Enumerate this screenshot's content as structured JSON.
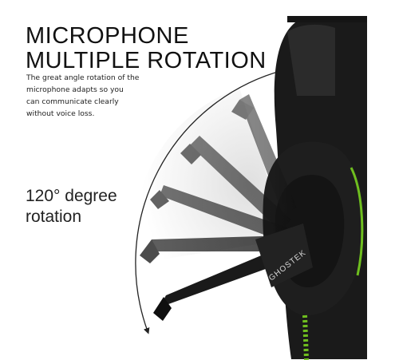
{
  "headline": {
    "line1": "MICROPHONE",
    "line2": "MULTIPLE ROTATION"
  },
  "description": {
    "line1": "The great angle rotation of the",
    "line2": "microphone adapts so you",
    "line3": "can communicate clearly",
    "line4": "without voice loss."
  },
  "rotation_label": {
    "line1": "120° degree",
    "line2": "rotation"
  },
  "brand_text": "GHOSTEK",
  "colors": {
    "accent_green": "#6fbf1f",
    "headset_dark": "#1c1c1c",
    "arc": "#222222"
  }
}
